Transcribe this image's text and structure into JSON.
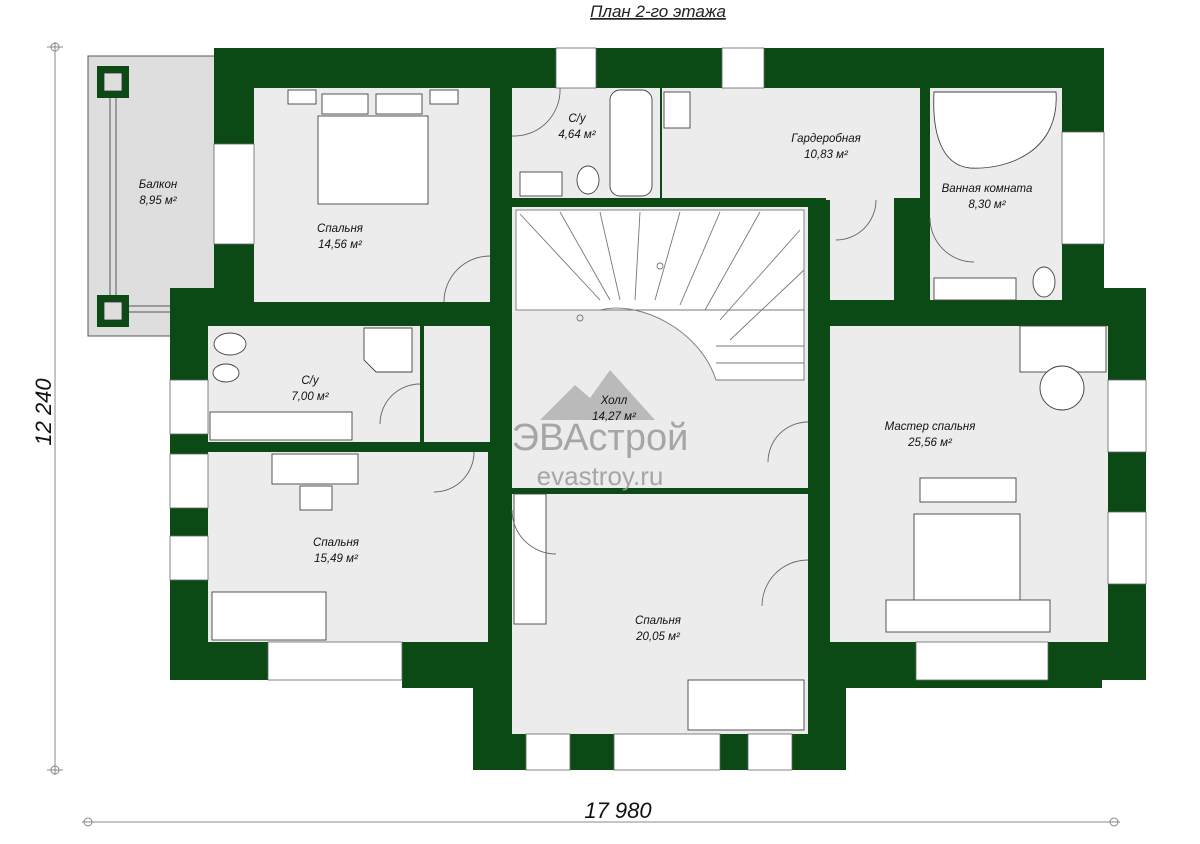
{
  "plan_title": "План 2-го этажа",
  "dimensions": {
    "height": "12 240",
    "width": "17 980"
  },
  "watermark": {
    "brand": "ЭВАстрой",
    "url": "evastroy.ru"
  },
  "rooms": [
    {
      "id": "balcony",
      "name": "Балкон",
      "area": "8,95 м²"
    },
    {
      "id": "bedroom-nw",
      "name": "Спальня",
      "area": "14,56 м²"
    },
    {
      "id": "bath-small",
      "name": "С/у",
      "area": "4,64 м²"
    },
    {
      "id": "wardrobe",
      "name": "Гардеробная",
      "area": "10,83 м²"
    },
    {
      "id": "bathroom",
      "name": "Ванная комната",
      "area": "8,30 м²"
    },
    {
      "id": "bath-west",
      "name": "С/у",
      "area": "7,00 м²"
    },
    {
      "id": "hall",
      "name": "Холл",
      "area": "14,27 м²"
    },
    {
      "id": "master",
      "name": "Мастер спальня",
      "area": "25,56 м²"
    },
    {
      "id": "bedroom-sw",
      "name": "Спальня",
      "area": "15,49 м²"
    },
    {
      "id": "bedroom-s",
      "name": "Спальня",
      "area": "20,05 м²"
    }
  ],
  "colors": {
    "wall": "#0b4a14",
    "floor": "#ececec",
    "furniture": "#ffffff",
    "line": "#555555"
  }
}
